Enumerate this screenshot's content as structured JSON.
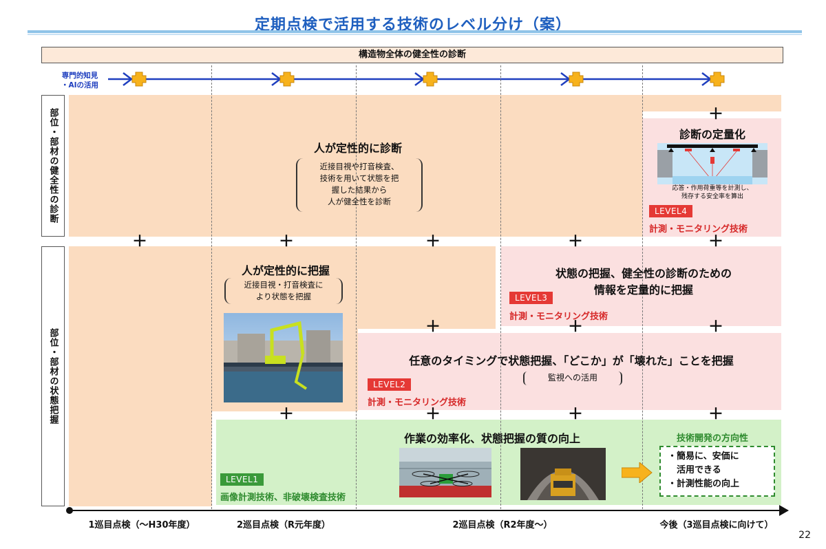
{
  "title": "定期点検で活用する技術のレベル分け（案）",
  "top_banner": "構造物全体の健全性の診断",
  "expert": {
    "line1": "専門的知見",
    "line2": "・AIの活用"
  },
  "side_labels": {
    "diagnosis": "部位・部材の健全性の診断",
    "state": "部位・部材の状態把握"
  },
  "diagnosis_block": {
    "heading": "人が定性的に診断",
    "body": [
      "近接目視や打音検査、",
      "技術を用いて状態を把",
      "握した結果から",
      "人が健全性を診断"
    ]
  },
  "level4": {
    "heading": "診断の定量化",
    "caption": [
      "応答・作用荷重等を計測し、",
      "残存する安全率を算出"
    ],
    "badge": "LEVEL4",
    "tech": "計測・モニタリング技術"
  },
  "state_block": {
    "heading": "人が定性的に把握",
    "body": [
      "近接目視・打音検査に",
      "より状態を把握"
    ]
  },
  "level3": {
    "heading": [
      "状態の把握、健全性の診断のための",
      "情報を定量的に把握"
    ],
    "badge": "LEVEL3",
    "tech": "計測・モニタリング技術"
  },
  "level2": {
    "heading": "任意のタイミングで状態把握、「どこか」が「壊れた」ことを把握",
    "sub": "監視への活用",
    "badge": "LEVEL2",
    "tech": "計測・モニタリング技術"
  },
  "level1": {
    "heading": "作業の効率化、状態把握の質の向上",
    "badge": "LEVEL1",
    "tech": "画像計測技術、非破壊検査技術"
  },
  "direction": {
    "title": "技術開発の方向性",
    "items": [
      "・簡易に、安価に",
      "　活用できる",
      "・計測性能の向上"
    ]
  },
  "axis": [
    "1巡目点検（～H30年度）",
    "2巡目点検（R元年度）",
    "2巡目点検（R2年度～）",
    "今後（3巡目点検に向けて）"
  ],
  "plus_symbol": "＋",
  "page_number": "22",
  "colors": {
    "peach": "#fbdcc0",
    "pink": "#fbe0e0",
    "green": "#d3f1c8",
    "red": "#e53935",
    "blue": "#1f3fbf",
    "orange": "#f7b21c"
  }
}
